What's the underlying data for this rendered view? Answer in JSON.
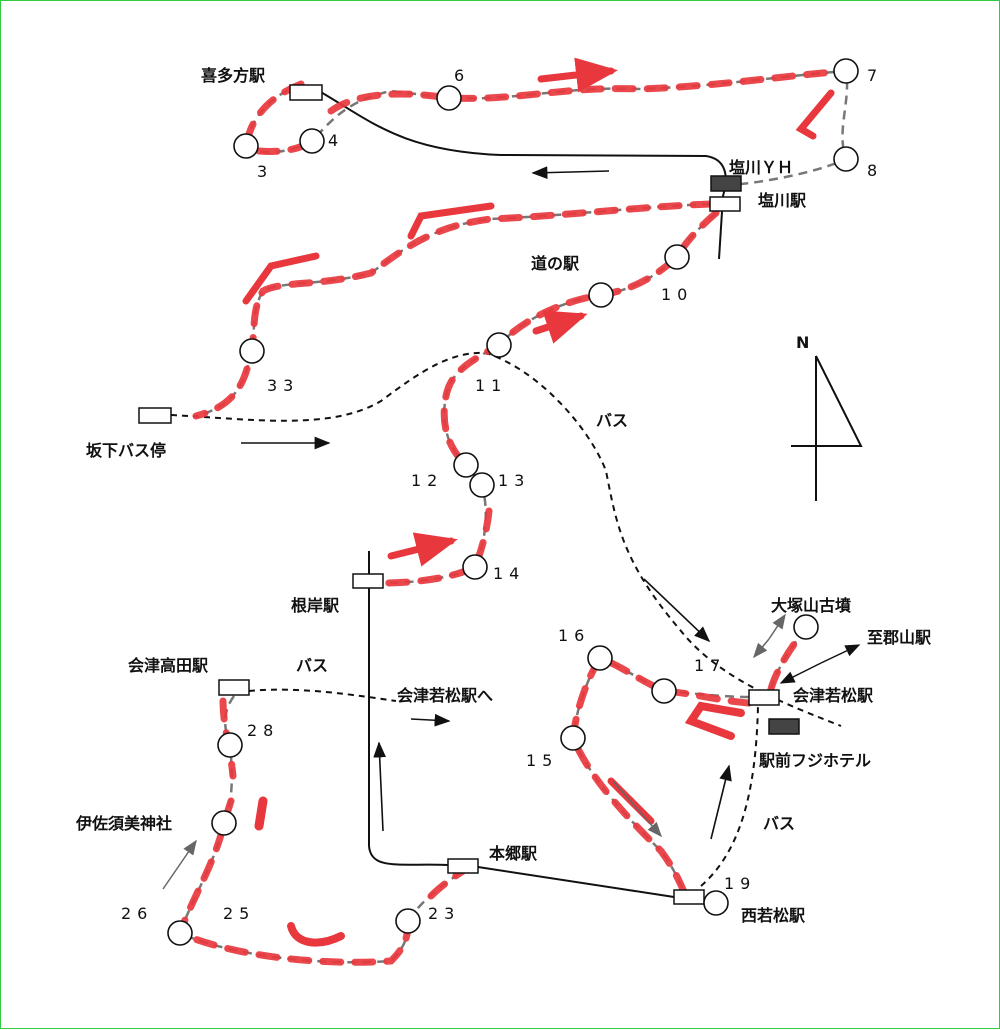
{
  "map": {
    "compass_label": "N",
    "stations": {
      "kitakata": "喜多方駅",
      "shiokawa_yh": "塩川ＹＨ",
      "shiokawa": "塩川駅",
      "michinoeki": "道の駅",
      "bange_bus": "坂下バス停",
      "negishi": "根岸駅",
      "otsukayama": "大塚山古墳",
      "to_koriyama": "至郡山駅",
      "aizu_wakamatsu": "会津若松駅",
      "aizu_takada": "会津高田駅",
      "to_wakamatsu": "会津若松駅へ",
      "fuji_hotel": "駅前フジホテル",
      "isasumi": "伊佐須美神社",
      "hongo": "本郷駅",
      "nishi_wakamatsu": "西若松駅"
    },
    "bus_labels": [
      "バス",
      "バス",
      "バス"
    ],
    "checkpoints": [
      "3",
      "4",
      "6",
      "7",
      "8",
      "10",
      "33",
      "11",
      "12",
      "13",
      "14",
      "16",
      "17",
      "15",
      "19",
      "28",
      "26",
      "25",
      "23"
    ],
    "colors": {
      "route_red": "#e8383d",
      "route_gray": "#777777",
      "border": "#2ecc40"
    }
  }
}
